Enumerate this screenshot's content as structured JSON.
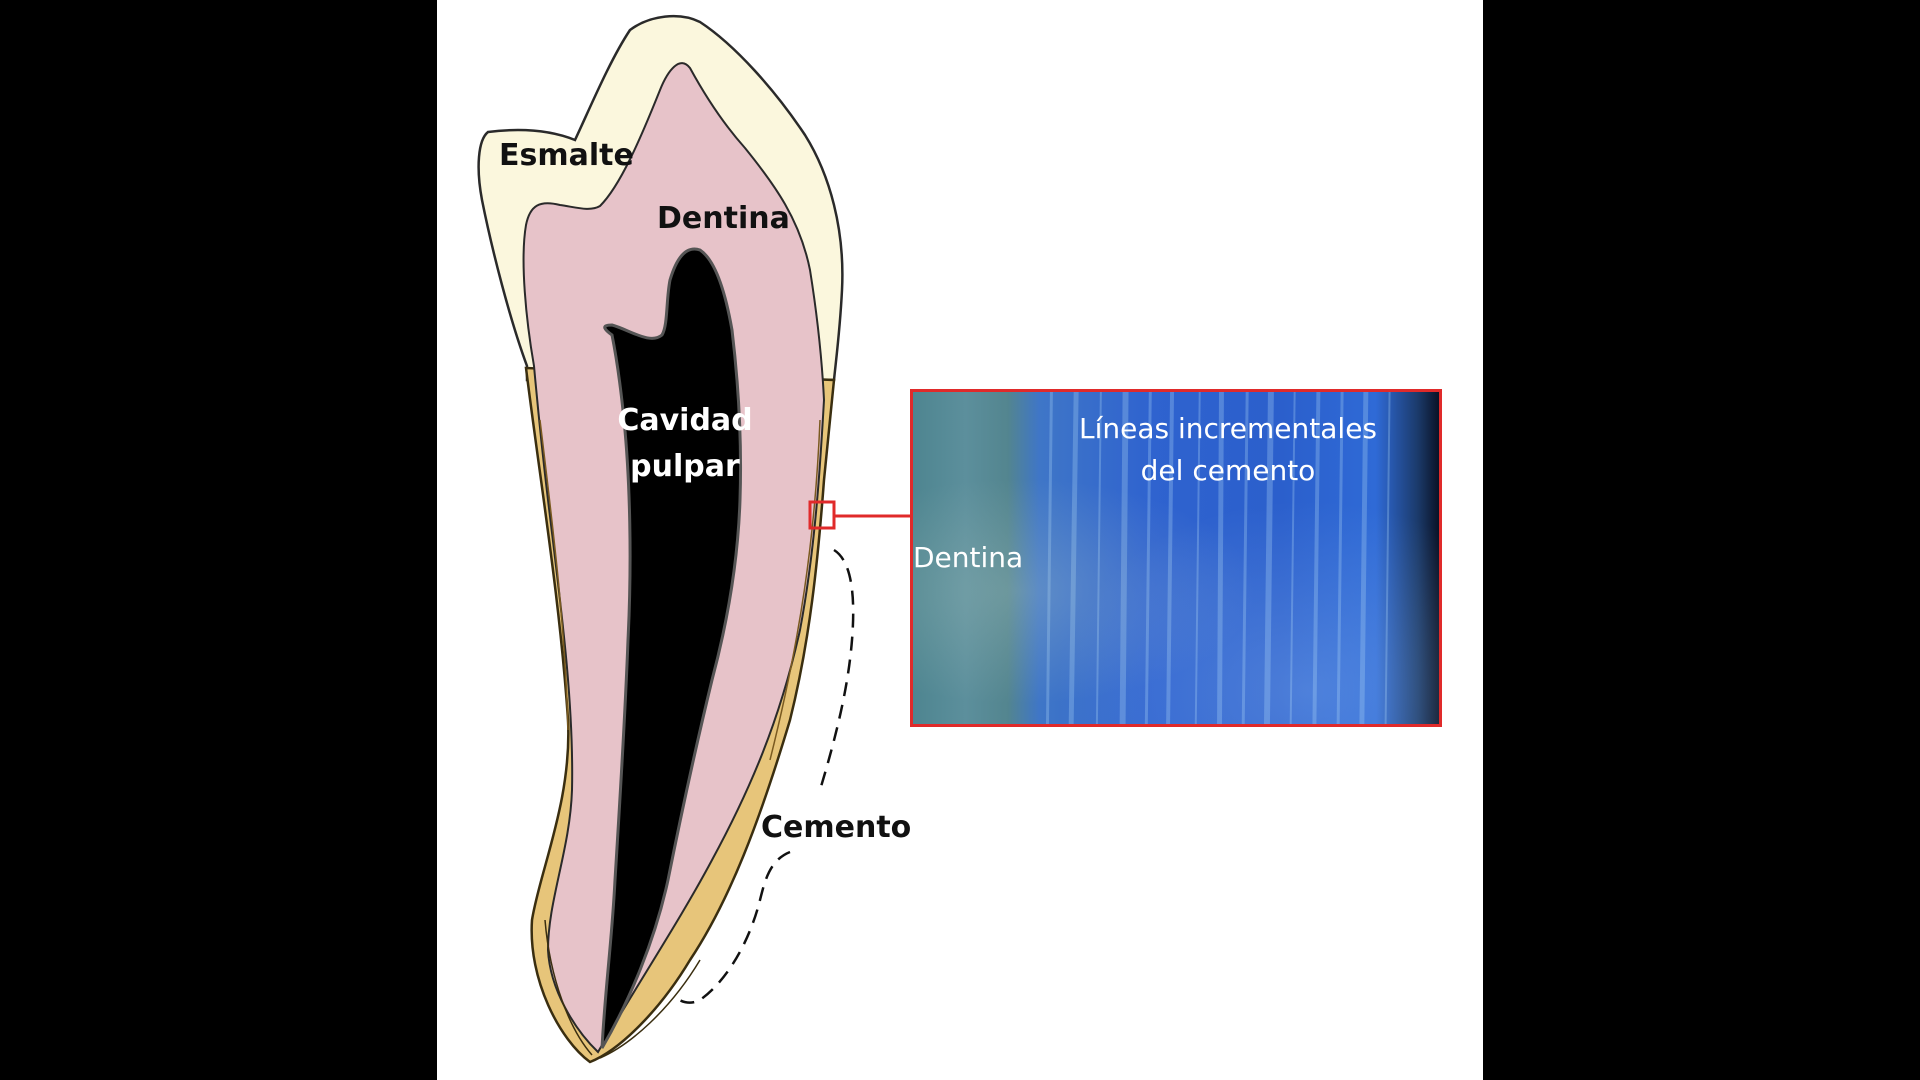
{
  "labels": {
    "esmalte": "Esmalte",
    "dentina": "Dentina",
    "cavidad_pulpar_line1": "Cavidad",
    "cavidad_pulpar_line2": "pulpar",
    "cemento": "Cemento"
  },
  "inset": {
    "title_line1": "Líneas incrementales",
    "title_line2": "del cemento",
    "dentina_label": "Dentina"
  },
  "colors": {
    "background": "#000000",
    "panel": "#ffffff",
    "enamel": "#fbf7dd",
    "dentin": "#e7c3c9",
    "pulp": "#000000",
    "cementum": "#e7c57a",
    "highlight_box": "#e02a2a",
    "inset_blue": "#2f63cf",
    "inset_dentin": "#5c8f9c"
  }
}
